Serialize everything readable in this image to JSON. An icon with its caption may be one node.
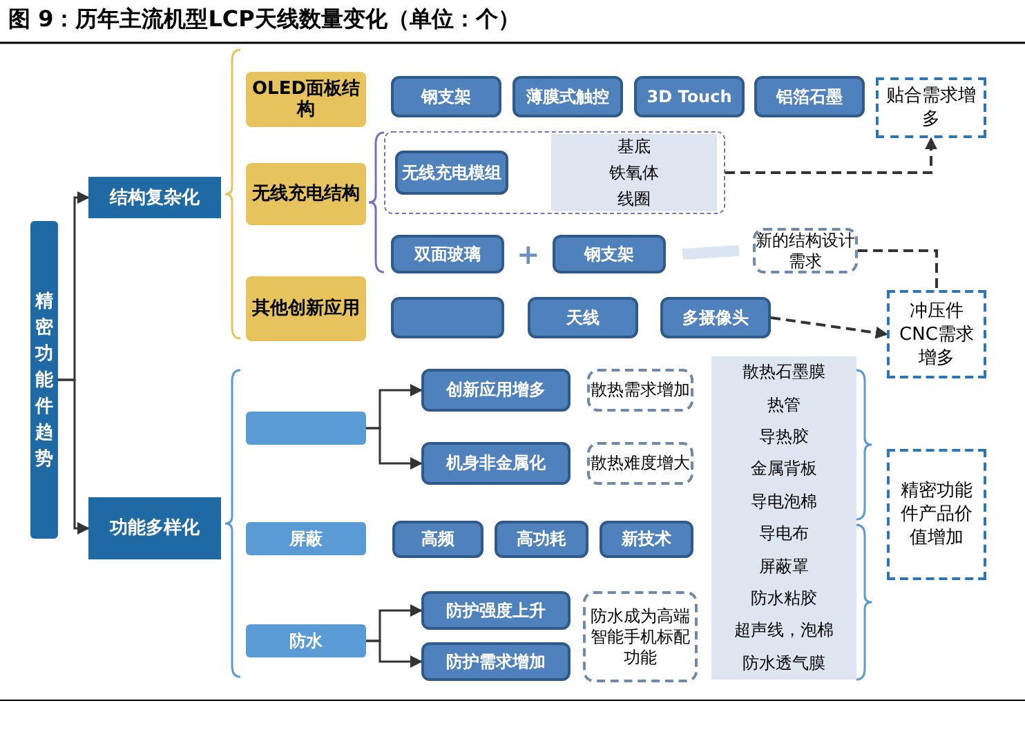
{
  "diagram": {
    "title": "图 9：历年主流机型LCP天线数量变化（单位：个）",
    "nodes": [
      {
        "text": [
          "精密功能件趋势"
        ]
      },
      {
        "text": [
          "结构复杂化"
        ]
      },
      {
        "text": [
          "功能多样化"
        ]
      },
      {
        "text": [
          "OLED面板结构"
        ]
      },
      {
        "text": [
          "钢支架"
        ]
      },
      {
        "text": [
          "薄膜式触控"
        ]
      },
      {
        "text": [
          "3D Touch"
        ]
      },
      {
        "text": [
          "铝箔石墨"
        ]
      },
      {
        "text": [
          "贴合需求增多"
        ]
      },
      {
        "text": [
          "无线充电结构"
        ]
      },
      {
        "text": [],
        "shape": "box"
      },
      {
        "text": [
          "无线充电模组"
        ],
        "in": 10
      },
      {
        "text": [
          "基底",
          "铁氧体",
          "线圈"
        ],
        "in": 10
      },
      {
        "text": [
          "双面玻璃"
        ]
      },
      {
        "text": [
          "钢支架"
        ]
      },
      {
        "text": [
          "新的结构设计需求"
        ]
      },
      {
        "text": [
          "冲压件CNC需求增多"
        ]
      },
      {
        "text": [
          "其他创新应用"
        ]
      },
      {
        "text": [],
        "shape": "box"
      },
      {
        "text": [
          "天线"
        ]
      },
      {
        "text": [
          "多摄像头"
        ]
      },
      {
        "text": [],
        "shape": "box"
      },
      {
        "text": [
          "创新应用增多"
        ]
      },
      {
        "text": [
          "机身非金属化"
        ]
      },
      {
        "text": [
          "散热需求增加"
        ]
      },
      {
        "text": [
          "散热难度增大"
        ]
      },
      {
        "text": [
          "屏蔽"
        ]
      },
      {
        "text": [
          "高频"
        ]
      },
      {
        "text": [
          "高功耗"
        ]
      },
      {
        "text": [
          "新技术"
        ]
      },
      {
        "text": [
          "防水"
        ]
      },
      {
        "text": [
          "防护强度上升"
        ]
      },
      {
        "text": [
          "防护需求增加"
        ]
      },
      {
        "text": [
          "防水成为高端智能手机标配功能"
        ]
      },
      {
        "text": [
          "散热石墨膜",
          "热管",
          "导热胶",
          "金属背板",
          "导电泡棉",
          "导电布",
          "屏蔽罩",
          "防水粘胶",
          "超声线，泡棉",
          "防水透气膜"
        ]
      },
      {
        "text": [
          "精密功能件产品价值增加"
        ]
      }
    ],
    "edges": [
      {
        "from": 0,
        "to": 1,
        "arrow": "to"
      },
      {
        "from": 0,
        "to": 2,
        "arrow": "to"
      },
      {
        "from": 10,
        "to": 8,
        "arrow": "to",
        "style": "dashed"
      },
      {
        "from": 14,
        "to": 15,
        "arrow": "to",
        "style": "thick",
        "color": "#dbe5f1"
      },
      {
        "from": 15,
        "to": 16,
        "arrow": "none",
        "style": "dashed"
      },
      {
        "from": 20,
        "to": 16,
        "arrow": "to",
        "style": "dashed"
      },
      {
        "from": 21,
        "to": 22,
        "arrow": "to"
      },
      {
        "from": 21,
        "to": 23,
        "arrow": "to"
      },
      {
        "from": 30,
        "to": 31,
        "arrow": "to"
      },
      {
        "from": 30,
        "to": 32,
        "arrow": "to"
      }
    ],
    "labels": [
      "+"
    ]
  }
}
